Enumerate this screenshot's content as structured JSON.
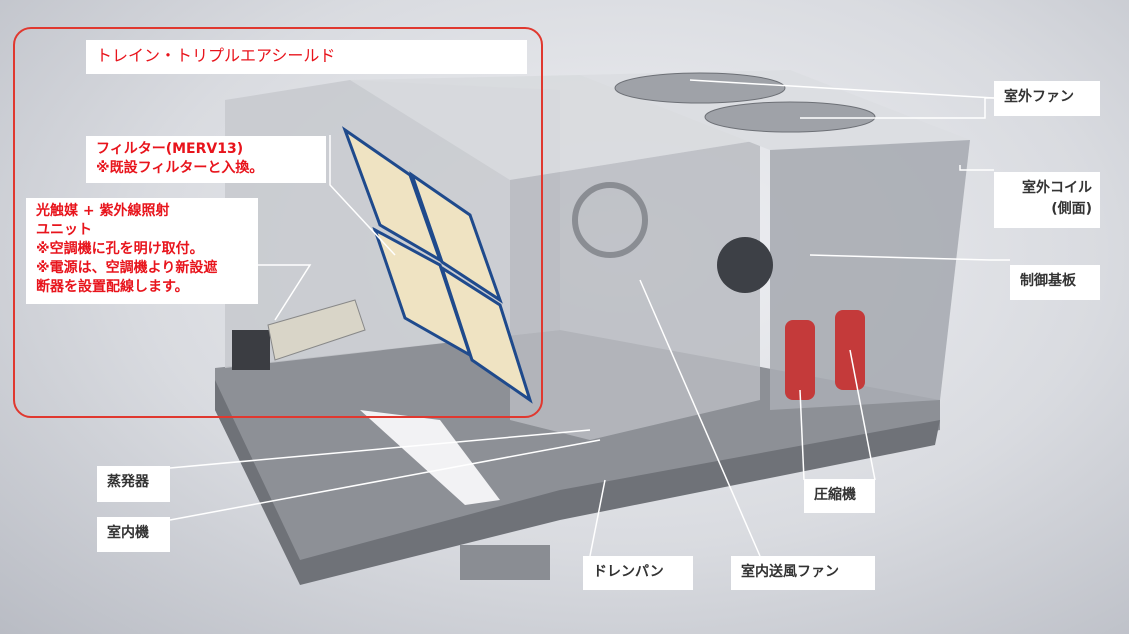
{
  "title": "トレイン・トリプルエアシールド",
  "filter": {
    "line1": "フィルター(MERV13)",
    "line2": "※既設フィルターと入換。"
  },
  "uv_unit": {
    "line1": "光触媒 + 紫外線照射",
    "line2": "ユニット",
    "line3": "※空調機に孔を明け取付。",
    "line4": "※電源は、空調機より新設遮",
    "line5": "断器を設置配線します。"
  },
  "labels": {
    "outdoor_fan": "室外ファン",
    "outdoor_coil": "室外コイル",
    "outdoor_coil_sub": "(側面)",
    "control_board": "制御基板",
    "evaporator": "蒸発器",
    "indoor_unit": "室内機",
    "drain_pan": "ドレンパン",
    "indoor_blower": "室内送風ファン",
    "compressor": "圧縮機"
  },
  "colors": {
    "accent": "#e8141c",
    "frame": "#e0382f"
  }
}
